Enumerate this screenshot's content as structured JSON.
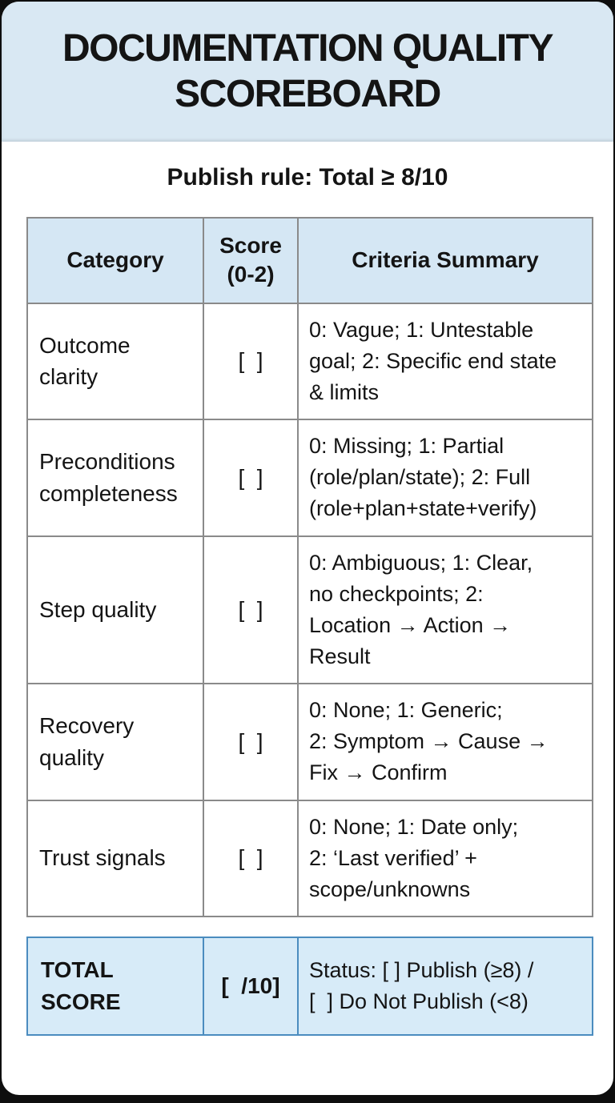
{
  "header": {
    "title": "DOCUMENTATION QUALITY SCOREBOARD"
  },
  "publish_rule": "Publish rule: Total ≥ 8/10",
  "table": {
    "headers": {
      "category": "Category",
      "score": "Score (0-2)",
      "criteria": "Criteria Summary"
    },
    "rows": [
      {
        "category": "Outcome\nclarity",
        "score": "[  ]",
        "criteria": "0: Vague; 1: Untestable\ngoal; 2: Specific end state\n& limits"
      },
      {
        "category": "Preconditions\ncompleteness",
        "score": "[  ]",
        "criteria": "0: Missing; 1: Partial\n(role/plan/state); 2: Full\n(role+plan+state+verify)"
      },
      {
        "category": "Step quality",
        "score": "[  ]",
        "criteria": "0: Ambiguous; 1: Clear,\nno checkpoints; 2:\nLocation → Action →\nResult"
      },
      {
        "category": "Recovery\nquality",
        "score": "[  ]",
        "criteria": "0: None; 1: Generic;\n2: Symptom → Cause →\nFix → Confirm"
      },
      {
        "category": "Trust signals",
        "score": "[  ]",
        "criteria": "0: None; 1: Date only;\n2: ‘Last verified’ +\nscope/unknowns"
      }
    ]
  },
  "total": {
    "label": "TOTAL\nSCORE",
    "score": "[  /10]",
    "status": "Status: [ ] Publish (≥8) /\n[  ] Do Not Publish (<8)"
  },
  "colors": {
    "band_blue": "#d9e8f3",
    "header_row_blue": "#d5e7f4",
    "total_row_blue": "#d7ebf8",
    "total_border_blue": "#4b8cbf",
    "table_border_gray": "#8a8a8a",
    "text": "#141414",
    "page_edge": "#0e0e0e"
  }
}
